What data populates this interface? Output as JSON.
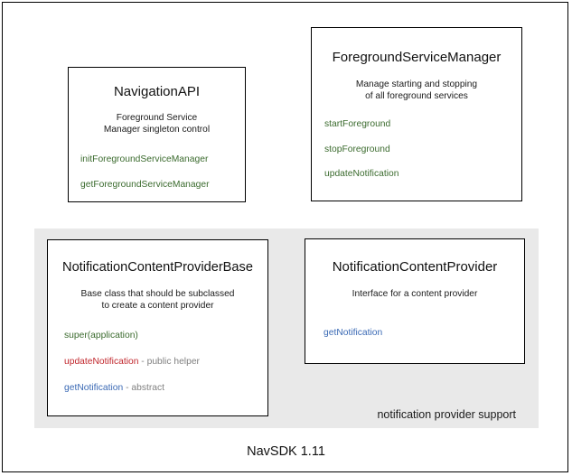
{
  "diagram": {
    "footer_caption": "NavSDK 1.11",
    "group_panel": {
      "label": "notification provider support",
      "background": "#e9e9e9"
    },
    "colors": {
      "green": "#3b6b2e",
      "red": "#c1272d",
      "blue": "#3b6ab5",
      "note_gray": "#808080",
      "border": "#000000",
      "panel": "#e9e9e9"
    },
    "boxes": {
      "navigation_api": {
        "title": "NavigationAPI",
        "description_line1": "Foreground Service",
        "description_line2": "Manager singleton control",
        "members": [
          {
            "name": "initForegroundServiceManager",
            "color": "green",
            "note": ""
          },
          {
            "name": "getForegroundServiceManager",
            "color": "green",
            "note": ""
          }
        ]
      },
      "foreground_service_manager": {
        "title": "ForegroundServiceManager",
        "description_line1": "Manage starting and stopping",
        "description_line2": "of all foreground services",
        "members": [
          {
            "name": "startForeground",
            "color": "green",
            "note": ""
          },
          {
            "name": "stopForeground",
            "color": "green",
            "note": ""
          },
          {
            "name": "updateNotification",
            "color": "green",
            "note": ""
          }
        ]
      },
      "notification_content_provider_base": {
        "title": "NotificationContentProviderBase",
        "description_line1": "Base class that should be subclassed",
        "description_line2": "to create a content provider",
        "members": [
          {
            "name": "super(application)",
            "color": "green",
            "note": ""
          },
          {
            "name": "updateNotification",
            "color": "red",
            "note": " - public helper"
          },
          {
            "name": "getNotification",
            "color": "blue",
            "note": " - abstract"
          }
        ]
      },
      "notification_content_provider": {
        "title": "NotificationContentProvider",
        "description_line1": "Interface for a content provider",
        "description_line2": "",
        "members": [
          {
            "name": "getNotification",
            "color": "blue",
            "note": ""
          }
        ]
      }
    }
  }
}
